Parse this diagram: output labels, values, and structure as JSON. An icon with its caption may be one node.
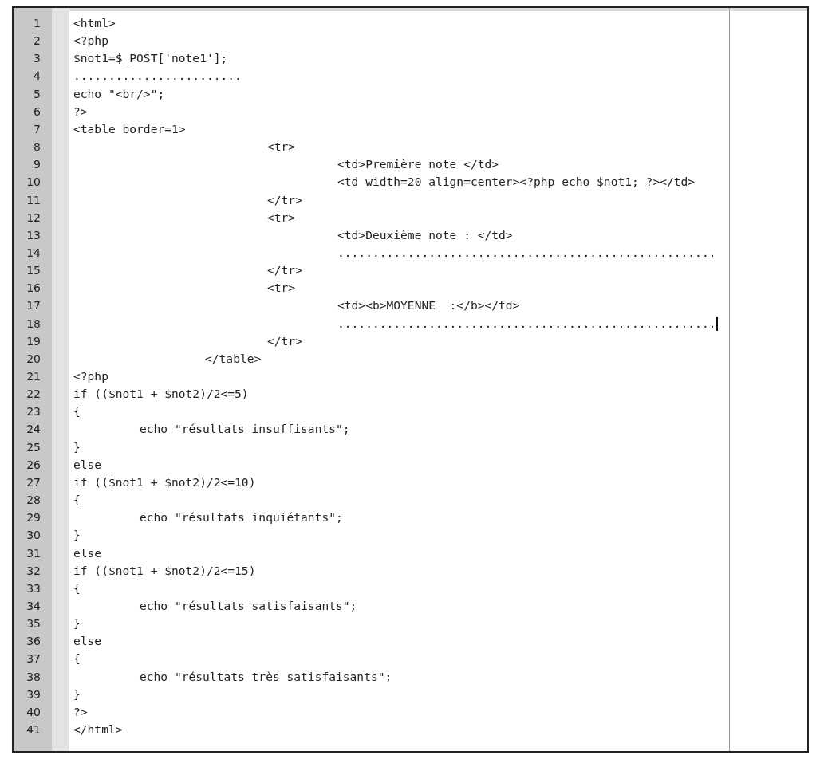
{
  "diagram": {
    "labels": [
      "1",
      "<html>",
      "2",
      "<?php",
      "3",
      "$not1=$_POST['note1'];",
      "4",
      "........................",
      "5",
      "echo \"<br/>\";",
      "6",
      "?>",
      "7",
      "<table border=1>",
      "8",
      "<tr>",
      "9",
      "<td>Première note </td>",
      "10",
      "<td width=20 align=center><?php echo $not1; ?></td>",
      "11",
      "</tr>",
      "12",
      "<tr>",
      "13",
      "<td>Deuxième note : </td>",
      "14",
      "......................................................",
      "15",
      "</tr>",
      "16",
      "<tr>",
      "17",
      "<td><b>MOYENNE  :</b></td>",
      "18",
      "......................................................",
      "19",
      "</tr>",
      "20",
      "</table>",
      "21",
      "<?php",
      "22",
      "if (($not1 + $not2)/2<=5)",
      "23",
      "{",
      "24",
      "echo \"résultats insuffisants\";",
      "25",
      "}",
      "26",
      "else",
      "27",
      "if (($not1 + $not2)/2<=10)",
      "28",
      "{",
      "29",
      "echo \"résultats inquiétants\";",
      "30",
      "}",
      "31",
      "else",
      "32",
      "if (($not1 + $not2)/2<=15)",
      "33",
      "{",
      "34",
      "echo \"résultats satisfaisants\";",
      "35",
      "}",
      "36",
      "else",
      "37",
      "{",
      "38",
      "echo \"résultats très satisfaisants\";",
      "39",
      "}",
      "40",
      "?>",
      "41",
      "</html>"
    ]
  }
}
